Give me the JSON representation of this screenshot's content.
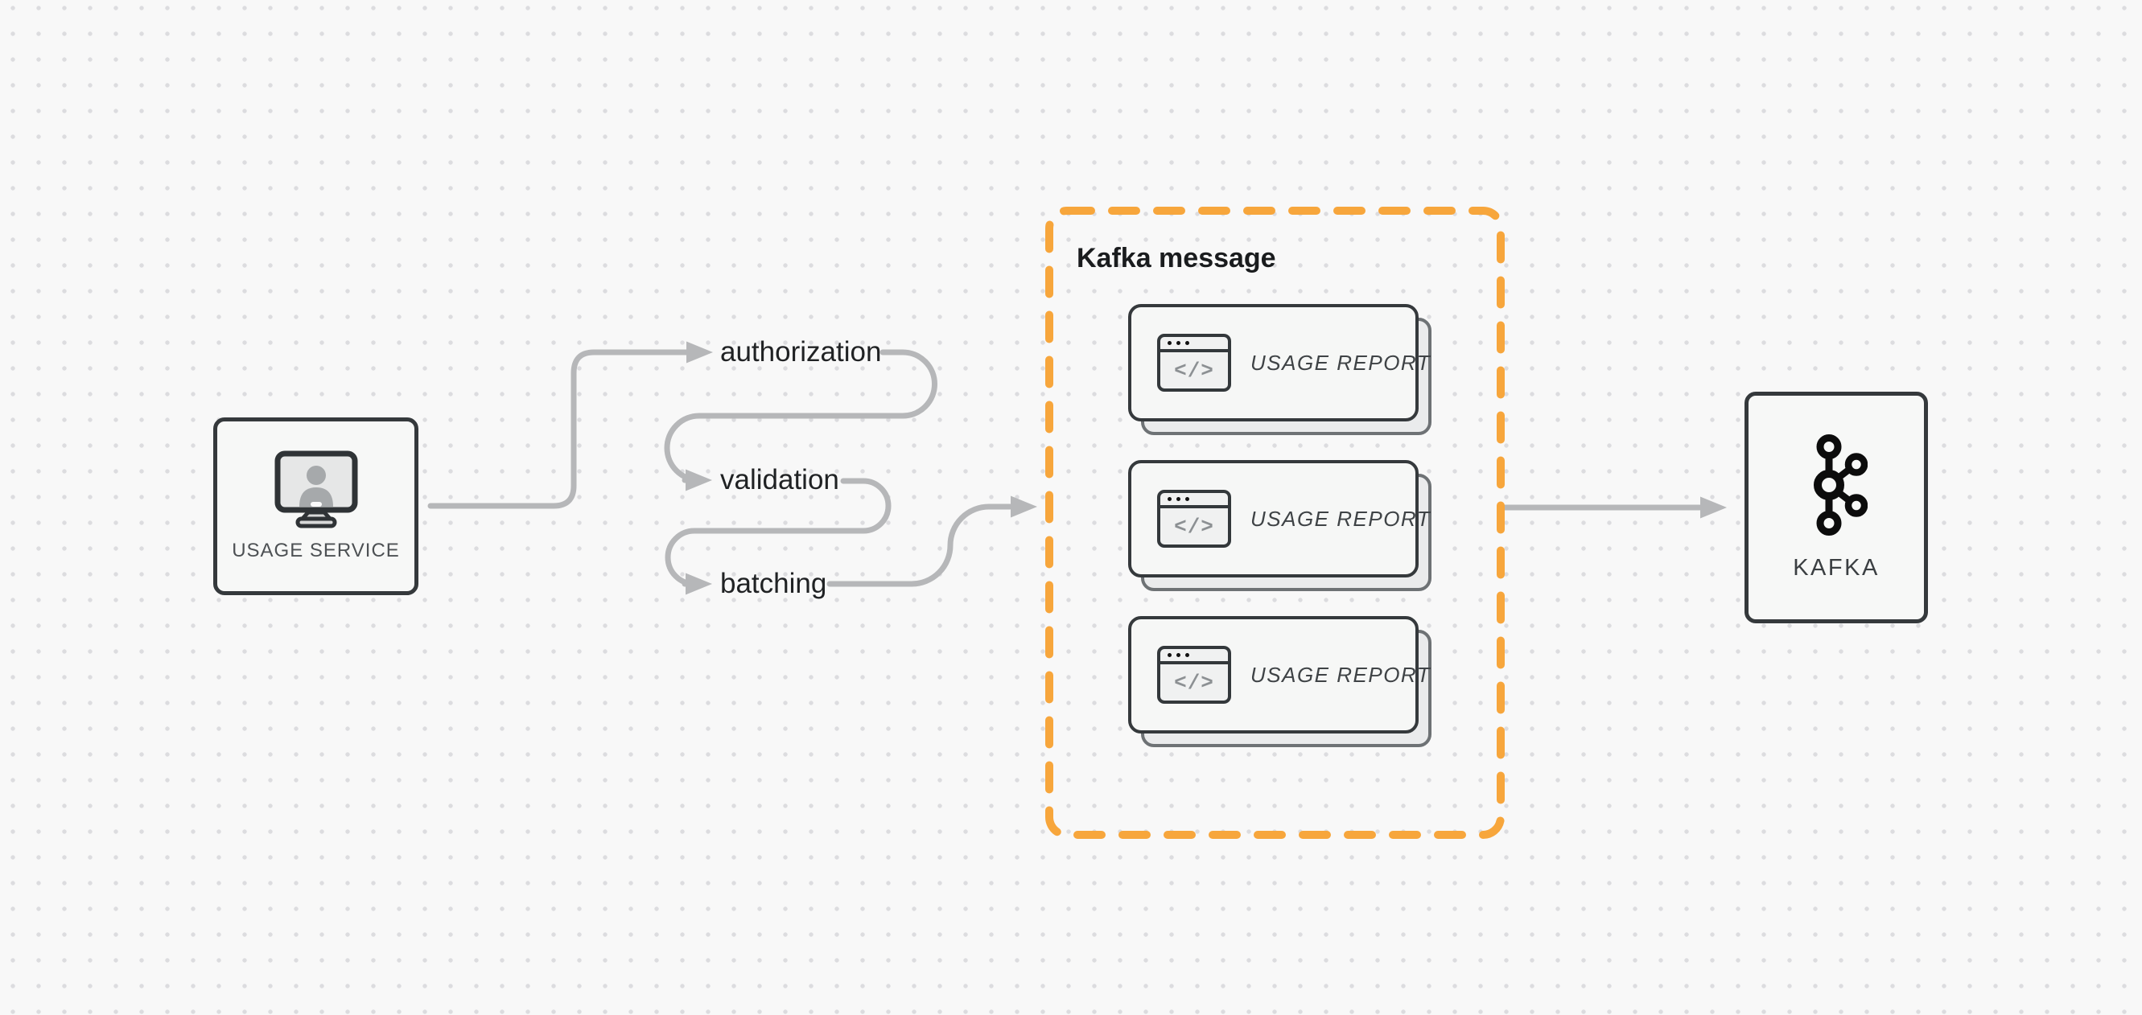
{
  "diagram": {
    "title": "usage reporting pipeline",
    "nodes": {
      "usage_service": {
        "label": "USAGE SERVICE",
        "icon": "monitor-user-icon"
      },
      "kafka": {
        "label": "KAFKA",
        "icon": "kafka-logo-icon"
      }
    },
    "steps": [
      {
        "label": "authorization"
      },
      {
        "label": "validation"
      },
      {
        "label": "batching"
      }
    ],
    "group": {
      "title": "Kafka message",
      "cards": [
        {
          "label": "USAGE REPORT",
          "icon": "code-window-icon",
          "glyph": "</>"
        },
        {
          "label": "USAGE REPORT",
          "icon": "code-window-icon",
          "glyph": "</>"
        },
        {
          "label": "USAGE REPORT",
          "icon": "code-window-icon",
          "glyph": "</>"
        }
      ]
    },
    "colors": {
      "background": "#f8f8f8",
      "dot_grid": "#dcdcdf",
      "connector": "#b6b7b9",
      "node_border": "#35393c",
      "node_fill": "#f7f8f7",
      "group_border": "#f7a63c",
      "step_text": "#202224",
      "node_label_text": "#4d5154"
    }
  }
}
